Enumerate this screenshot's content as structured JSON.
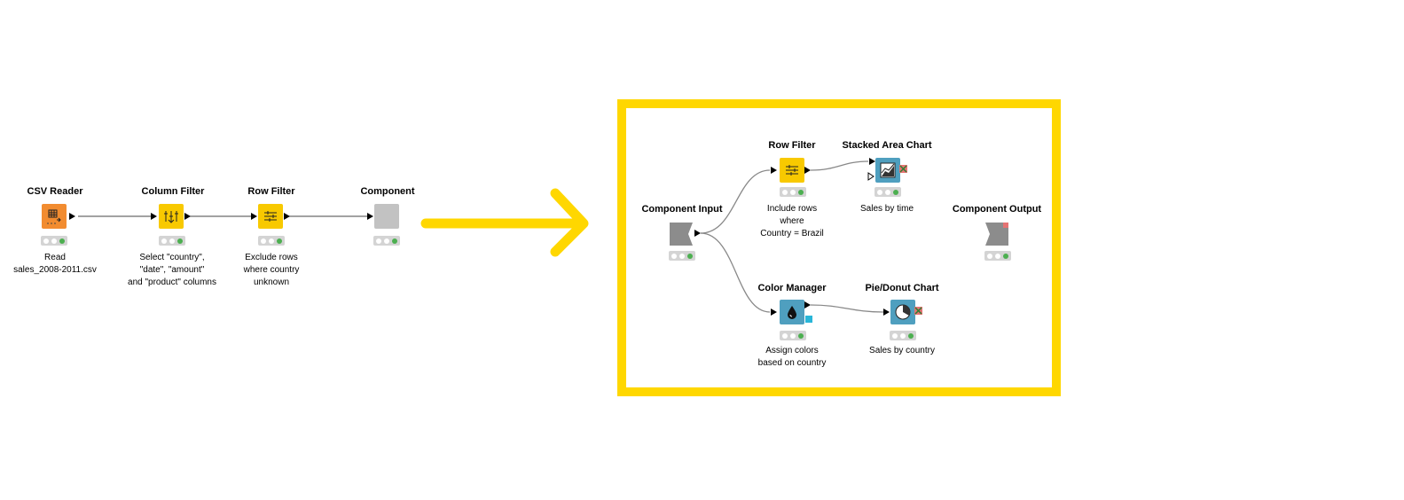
{
  "colors": {
    "highlight": "#ffd700",
    "reader": "#f28c30",
    "manipulator": "#f8c900",
    "visualizer": "#4f9fbf",
    "component": "#c2c2c2",
    "component_io": "#8c8c8c",
    "status_ok": "#4caf50",
    "color_port": "#29b6d8",
    "error_port": "#e57373"
  },
  "workflow": {
    "nodes": [
      {
        "title": "CSV Reader",
        "icon": "csv-reader-icon",
        "description": [
          "Read",
          "sales_2008-2011.csv"
        ]
      },
      {
        "title": "Column Filter",
        "icon": "column-filter-icon",
        "description": [
          "Select \"country\",",
          "\"date\", \"amount\"",
          "and \"product\" columns"
        ]
      },
      {
        "title": "Row Filter",
        "icon": "row-filter-icon",
        "description": [
          "Exclude rows",
          "where country",
          "unknown"
        ]
      },
      {
        "title": "Component",
        "icon": "component-icon",
        "description": []
      }
    ]
  },
  "component": {
    "nodes": [
      {
        "title": "Component Input",
        "icon": "component-input-icon",
        "description": []
      },
      {
        "title": "Row Filter",
        "icon": "row-filter-icon",
        "description": [
          "Include rows",
          "where",
          "Country = Brazil"
        ]
      },
      {
        "title": "Stacked Area Chart",
        "icon": "stacked-area-chart-icon",
        "description": [
          "Sales by time"
        ]
      },
      {
        "title": "Color Manager",
        "icon": "color-manager-icon",
        "description": [
          "Assign colors",
          "based on country"
        ]
      },
      {
        "title": "Pie/Donut Chart",
        "icon": "pie-chart-icon",
        "description": [
          "Sales by country"
        ]
      },
      {
        "title": "Component Output",
        "icon": "component-output-icon",
        "description": []
      }
    ]
  }
}
